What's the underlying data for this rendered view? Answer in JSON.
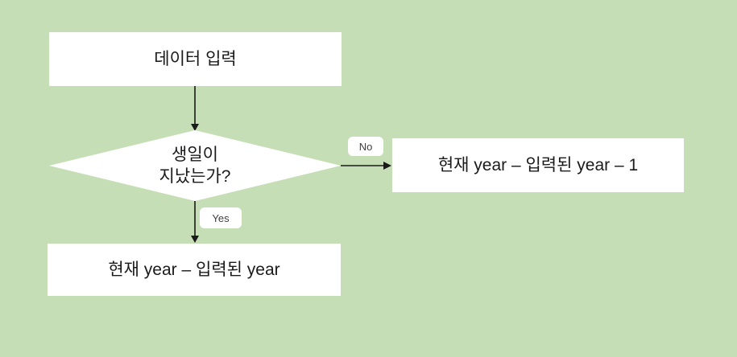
{
  "diagram": {
    "background_color": "#c6deb5",
    "shape_fill_color": "#ffffff",
    "line_color": "#1a1a1a",
    "nodes": {
      "input": {
        "type": "process",
        "label": "데이터 입력"
      },
      "decision": {
        "type": "decision",
        "lines": [
          "생일이",
          "지났는가?"
        ]
      },
      "no_result": {
        "type": "process",
        "label": "현재 year – 입력된 year – 1"
      },
      "yes_result": {
        "type": "process",
        "label": "현재 year – 입력된 year"
      }
    },
    "edges": {
      "input_to_decision": {
        "label": ""
      },
      "decision_to_no_result": {
        "label": "No"
      },
      "decision_to_yes_result": {
        "label": "Yes"
      }
    }
  }
}
